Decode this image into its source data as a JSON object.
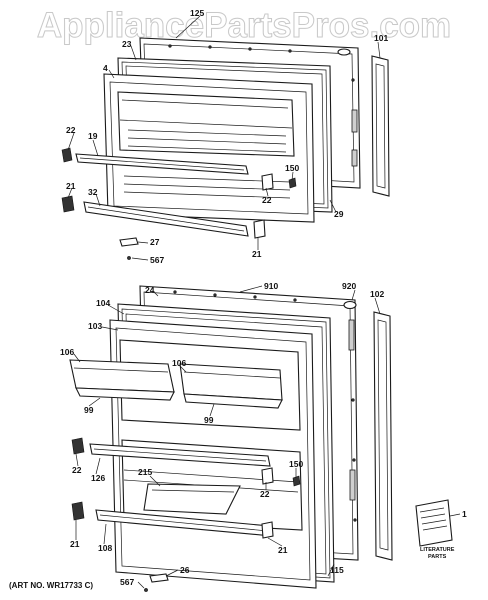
{
  "watermark": "AppliancePartsPros.com",
  "art_number": "(ART NO. WR17733 C)",
  "callouts": [
    "125",
    "23",
    "4",
    "101",
    "22",
    "19",
    "150",
    "22",
    "29",
    "21",
    "32",
    "27",
    "567",
    "21",
    "24",
    "910",
    "920",
    "102",
    "104",
    "103",
    "106",
    "106",
    "99",
    "99",
    "22",
    "126",
    "150",
    "215",
    "22",
    "21",
    "108",
    "21",
    "115",
    "1",
    "567",
    "26"
  ],
  "literature": {
    "line1": "LITERATURE",
    "line2": "PARTS"
  }
}
